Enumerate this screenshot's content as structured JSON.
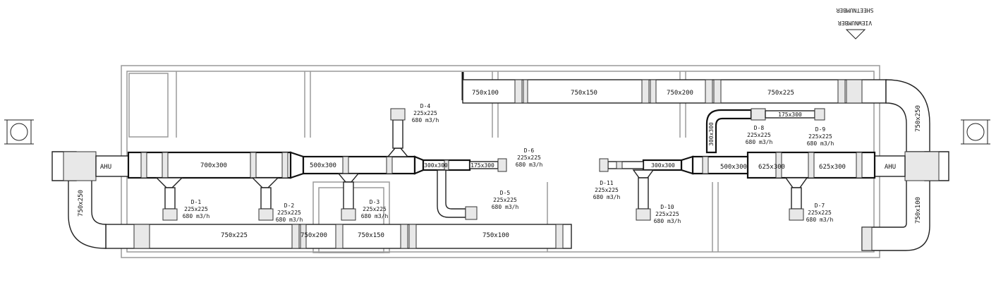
{
  "title_block": {
    "view_number": "VIEWNUMBER",
    "sheet_number": "SHEETNUMBER"
  },
  "ahu": {
    "left": "AHU",
    "right": "AHU"
  },
  "trunk_left": [
    "700x300",
    "500x300",
    "300x300",
    "175x300"
  ],
  "trunk_right": [
    "300x300",
    "500x300",
    "625x300",
    "625x300",
    "175x300",
    "300x300"
  ],
  "return_top": [
    "750x100",
    "750x150",
    "750x200",
    "750x225"
  ],
  "return_bottom": [
    "750x225",
    "750x200",
    "750x150",
    "750x100"
  ],
  "vertical_returns": {
    "left": "750x250",
    "right_top": "750x250",
    "right_bottom": "750x100"
  },
  "diffusers": [
    {
      "id": "D-1",
      "size": "225x225",
      "flow": "680 m3/h"
    },
    {
      "id": "D-2",
      "size": "225x225",
      "flow": "680 m3/h"
    },
    {
      "id": "D-3",
      "size": "225x225",
      "flow": "680 m3/h"
    },
    {
      "id": "D-4",
      "size": "225x225",
      "flow": "680 m3/h"
    },
    {
      "id": "D-5",
      "size": "225x225",
      "flow": "680 m3/h"
    },
    {
      "id": "D-6",
      "size": "225x225",
      "flow": "680 m3/h"
    },
    {
      "id": "D-7",
      "size": "225x225",
      "flow": "680 m3/h"
    },
    {
      "id": "D-8",
      "size": "225x225",
      "flow": "680 m3/h"
    },
    {
      "id": "D-9",
      "size": "225x225",
      "flow": "680 m3/h"
    },
    {
      "id": "D-10",
      "size": "225x225",
      "flow": "680 m3/h"
    },
    {
      "id": "D-11",
      "size": "225x225",
      "flow": "680 m3/h"
    }
  ]
}
